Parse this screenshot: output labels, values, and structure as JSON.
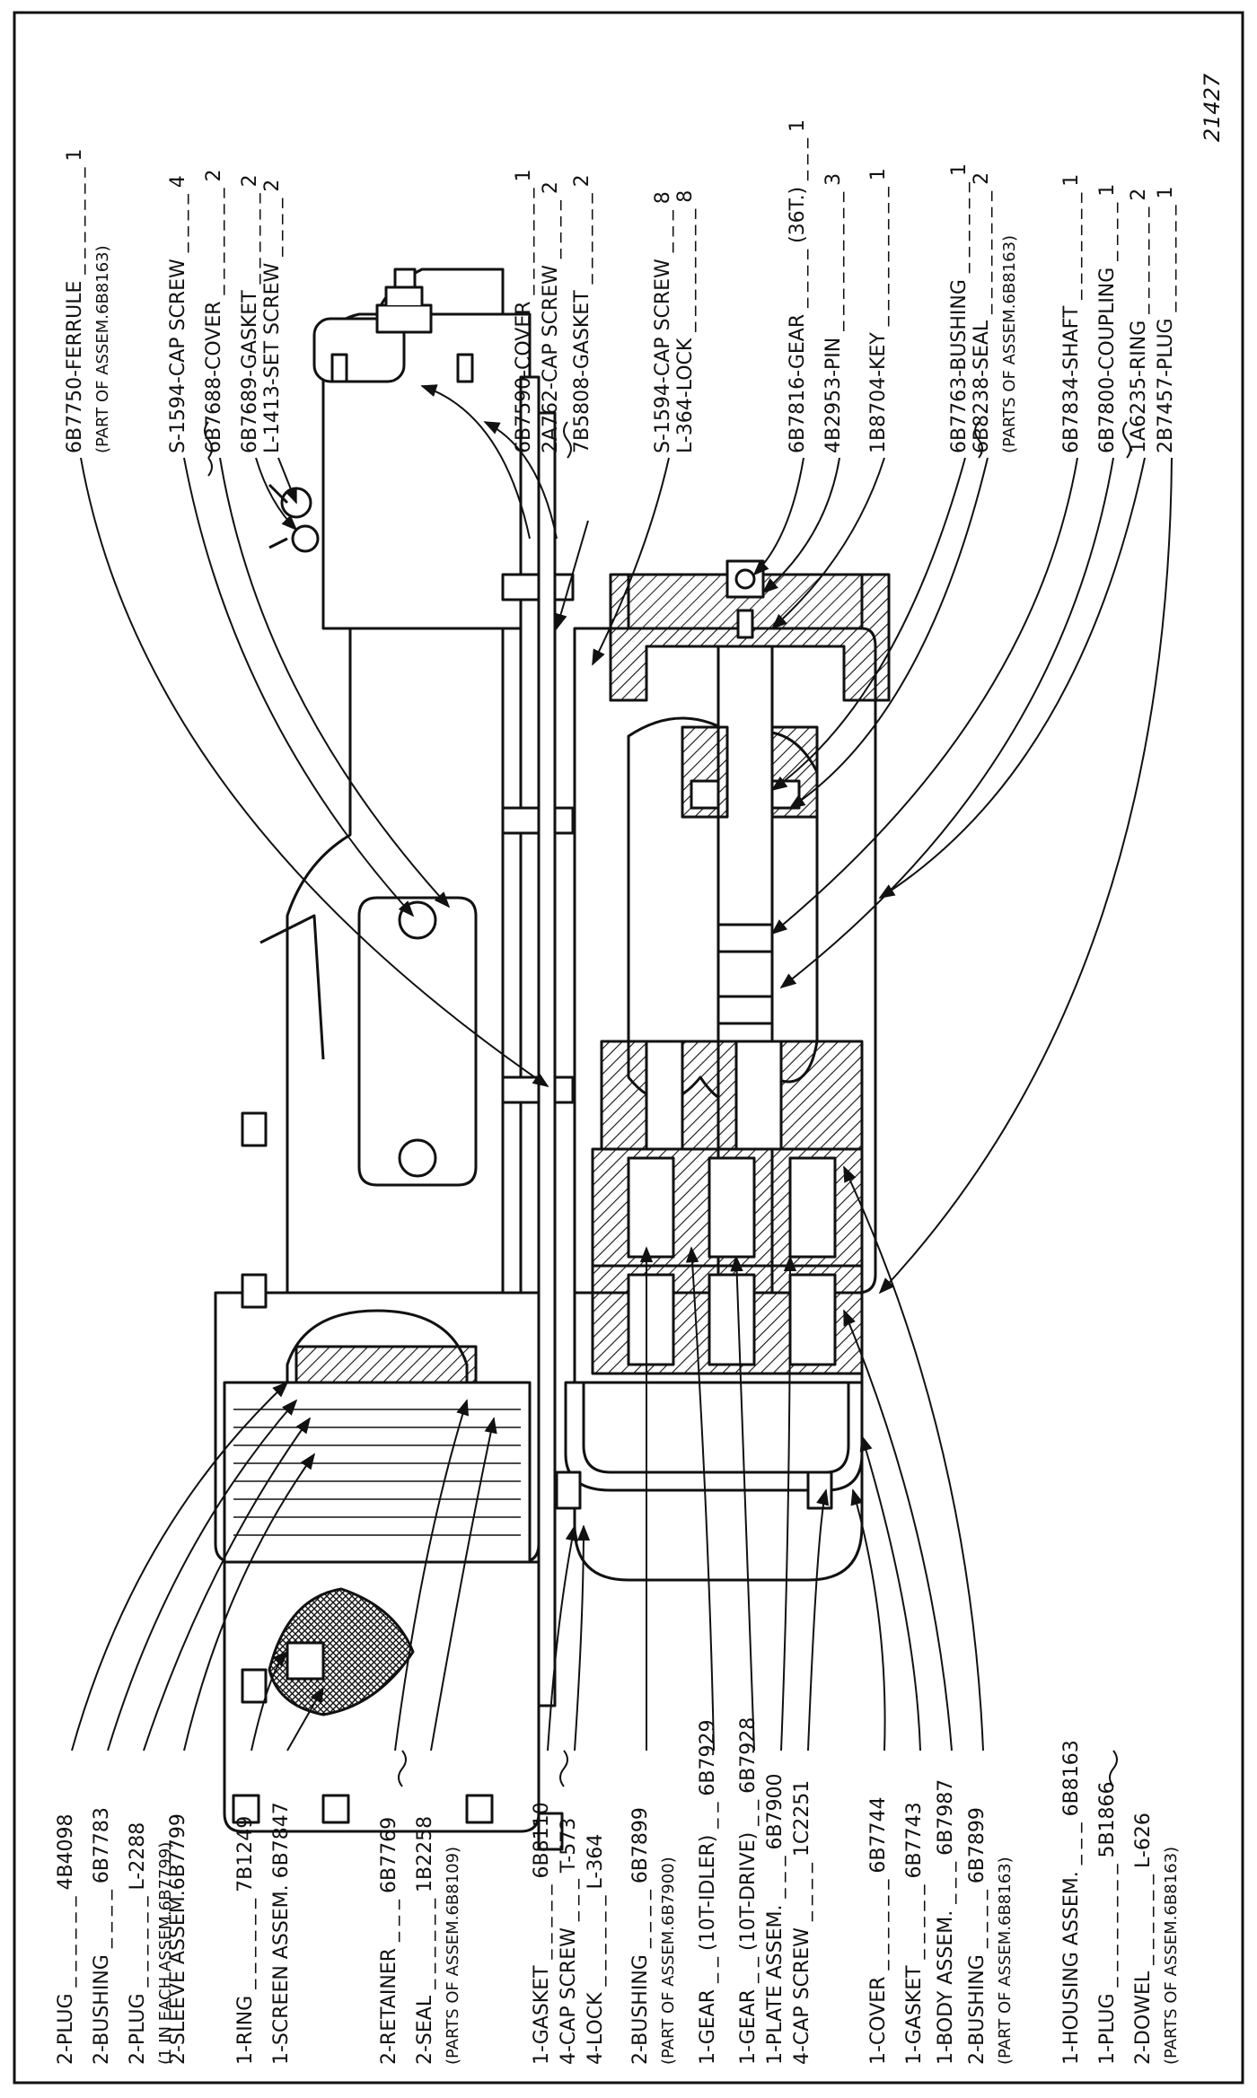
{
  "figure_number": "21427",
  "callouts_top": [
    {
      "id": "t1",
      "lines": [
        "6B7750-FERRULE _ _ _ _ _ _ _ 1",
        "(PART OF ASSEM.6B8163)"
      ]
    },
    {
      "id": "t2",
      "lines": [
        "S-1594-CAP SCREW _ _ _ _ 4"
      ]
    },
    {
      "id": "t3",
      "lines": [
        "6B7688-COVER _ _ _ _ _ _ _ 2"
      ]
    },
    {
      "id": "t4",
      "lines": [
        "6B7689-GASKET _ _ _ _ _ _ 2"
      ]
    },
    {
      "id": "t5",
      "lines": [
        "L-1413-SET SCREW _ _ _ _ 2"
      ]
    },
    {
      "id": "t6",
      "lines": [
        "6B7590-COVER _ _ _ _ _ _ _ 1"
      ]
    },
    {
      "id": "t7",
      "lines": [
        "2A762-CAP SCREW _ _ _ _ 2"
      ]
    },
    {
      "id": "t8",
      "lines": [
        "7B5808-GASKET _ _ _ _ _ _ 2"
      ]
    },
    {
      "id": "t9",
      "lines": [
        "S-1594-CAP SCREW _ _ _ 8"
      ]
    },
    {
      "id": "t10",
      "lines": [
        "L-364-LOCK _ _ _ _ _ _ _ _ 8"
      ]
    },
    {
      "id": "t11",
      "lines": [
        "6B7816-GEAR _ _ _ _ (36T.) _ _ _ 1"
      ]
    },
    {
      "id": "t12",
      "lines": [
        "4B2953-PIN _ _ _ _ _ _ _ _ _ 3"
      ]
    },
    {
      "id": "t13",
      "lines": [
        "1B8704-KEY _ _ _ _ _ _ _ _ _ 1"
      ]
    },
    {
      "id": "t14",
      "lines": [
        "6B7763-BUSHING _ _ _ _ _ _ 1"
      ]
    },
    {
      "id": "t15",
      "lines": [
        "6B8238-SEAL _ _ _ _ _ _ _ _ 2",
        "(PARTS OF ASSEM.6B8163)"
      ]
    },
    {
      "id": "t16",
      "lines": [
        "6B7834-SHAFT _ _ _ _ _ _ _ 1"
      ]
    },
    {
      "id": "t17",
      "lines": [
        "6B7800-COUPLING _ _ _ _ 1"
      ]
    },
    {
      "id": "t18",
      "lines": [
        "1A6235-RING _ _ _ _ _ _ _ 2"
      ]
    },
    {
      "id": "t19",
      "lines": [
        "2B7457-PLUG _ _ _ _ _ _ _ 1"
      ]
    }
  ],
  "callouts_bottom": [
    {
      "id": "b1",
      "lines": [
        "2-PLUG _ _ _ _ _ _ 4B4098"
      ]
    },
    {
      "id": "b2",
      "lines": [
        "2-BUSHING _ _ _ _ 6B7783"
      ]
    },
    {
      "id": "b3",
      "lines": [
        "2-PLUG _ _ _ _ _ _ L-2288",
        "(1 IN EACH ASSEM.6B7799)"
      ]
    },
    {
      "id": "b4",
      "lines": [
        "2-SLEEVE ASSEM.6B7799"
      ]
    },
    {
      "id": "b5",
      "lines": [
        "1-RING _ _ _ _ _ _ 7B1249"
      ]
    },
    {
      "id": "b6",
      "lines": [
        "1-SCREEN ASSEM. 6B7847"
      ]
    },
    {
      "id": "b7",
      "lines": [
        "2-RETAINER _ _ _ 6B7769"
      ]
    },
    {
      "id": "b8",
      "lines": [
        "2-SEAL _ _ _ _ _ _ 1B2258",
        "(PARTS OF ASSEM.6B8109)"
      ]
    },
    {
      "id": "b9",
      "lines": [
        "1-GASKET _ _ _ _ _ 6B8110"
      ]
    },
    {
      "id": "b10",
      "lines": [
        "4-CAP SCREW _ _ _ T-573"
      ]
    },
    {
      "id": "b11",
      "lines": [
        "4-LOCK _ _ _ _ _ _ L-364"
      ]
    },
    {
      "id": "b12",
      "lines": [
        "2-BUSHING _ _ _ _ 6B7899",
        "(PART OF ASSEM.6B7900)"
      ]
    },
    {
      "id": "b13",
      "lines": [
        "1-GEAR _ _ (10T-IDLER) _ _ 6B7929"
      ]
    },
    {
      "id": "b14",
      "lines": [
        "1-GEAR _ _ (10T-DRIVE) _ _ 6B7928"
      ]
    },
    {
      "id": "b15",
      "lines": [
        "1-PLATE ASSEM. _ _ _ 6B7900"
      ]
    },
    {
      "id": "b16",
      "lines": [
        "4-CAP SCREW _ _ _ _ 1C2251"
      ]
    },
    {
      "id": "b17",
      "lines": [
        "1-COVER _ _ _ _ _ _ 6B7744"
      ]
    },
    {
      "id": "b18",
      "lines": [
        "1-GASKET _ _ _ _ _ 6B7743"
      ]
    },
    {
      "id": "b19",
      "lines": [
        "1-BODY ASSEM. _ _ _ 6B7987"
      ]
    },
    {
      "id": "b20",
      "lines": [
        "2-BUSHING _ _ _ _ 6B7899",
        "(PART OF ASSEM.6B8163)"
      ]
    },
    {
      "id": "b21",
      "lines": [
        "1-HOUSING ASSEM. _ _ _ 6B8163"
      ]
    },
    {
      "id": "b22",
      "lines": [
        "1-PLUG _ _ _ _ _ _ _ _ 5B1866"
      ]
    },
    {
      "id": "b23",
      "lines": [
        "2-DOWEL _ _ _ _ _ _ L-626",
        "(PARTS OF ASSEM.6B8163)"
      ]
    }
  ]
}
